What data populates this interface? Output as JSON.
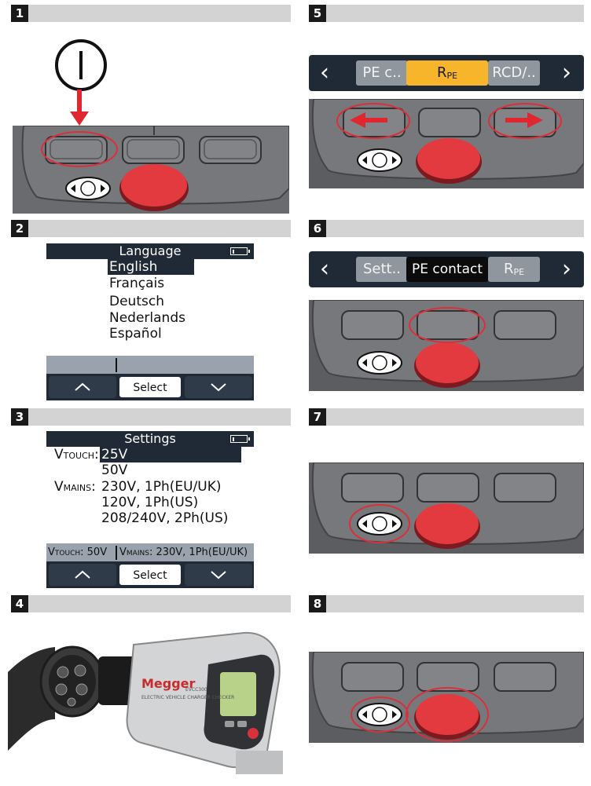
{
  "steps": [
    "1",
    "2",
    "3",
    "4",
    "5",
    "6",
    "7",
    "8"
  ],
  "step1": {
    "power_symbol": "power-on-icon"
  },
  "language_screen": {
    "title": "Language",
    "options": [
      "English",
      "Français",
      "Deutsch",
      "Nederlands",
      "Español"
    ],
    "selected": "English",
    "select_label": "Select"
  },
  "settings_screen": {
    "title": "Settings",
    "vtouch_main": "V",
    "vtouch_sub": "TOUCH",
    "vtouch_options": [
      "25V",
      "50V"
    ],
    "vtouch_selected": "25V",
    "vmains_main": "V",
    "vmains_sub": "MAINS",
    "vmains_options": [
      "230V, 1Ph(EU/UK)",
      "120V, 1Ph(US)",
      "208/240V, 2Ph(US)"
    ],
    "status_vtouch_value": ": 50V",
    "status_vmains_value": ": 230V, 1Ph(EU/UK)",
    "select_label": "Select"
  },
  "device_photo": {
    "brand": "Megger",
    "model": "EVCC300",
    "tagline": "ELECTRIC VEHICLE CHARGER CHECKER"
  },
  "nav5": {
    "left_tab": "PE c..",
    "center_main": "R",
    "center_sub": "PE",
    "right_tab": "RCD/.."
  },
  "nav6": {
    "left_tab": "Sett..",
    "center_tab": "PE contact",
    "right_main": "R",
    "right_sub": "PE"
  },
  "colors": {
    "highlight": "#d9303c",
    "accent_gold": "#f6b52b",
    "screen_dark": "#1f2a36"
  }
}
